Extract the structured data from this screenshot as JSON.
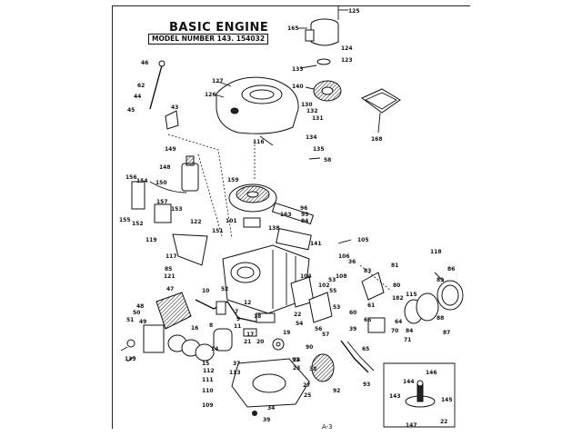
{
  "header": {
    "title": "BASIC ENGINE",
    "model_label": "MODEL NUMBER 143. 154032"
  },
  "footer": {
    "page": "A-3"
  },
  "callouts": [
    "125",
    "165",
    "124",
    "123",
    "133",
    "127",
    "140",
    "126",
    "130",
    "132",
    "131",
    "168",
    "46",
    "62",
    "44",
    "45",
    "43",
    "116",
    "134",
    "135",
    "58",
    "149",
    "148",
    "156",
    "154",
    "150",
    "159",
    "96",
    "95",
    "94",
    "101",
    "163",
    "138",
    "157",
    "153",
    "152",
    "155",
    "151",
    "122",
    "119",
    "141",
    "105",
    "117",
    "106",
    "36",
    "85",
    "121",
    "47",
    "10",
    "108",
    "83",
    "81",
    "118",
    "86",
    "53",
    "89",
    "115",
    "182",
    "80",
    "52",
    "104",
    "55",
    "102",
    "61",
    "48",
    "50",
    "51",
    "49",
    "12",
    "16",
    "8",
    "14",
    "7",
    "9",
    "54",
    "22",
    "17",
    "18",
    "11",
    "19",
    "21",
    "20",
    "139",
    "53",
    "60",
    "65",
    "66",
    "64",
    "71",
    "70",
    "39",
    "84",
    "87",
    "88",
    "91",
    "90",
    "57",
    "56",
    "15",
    "112",
    "113",
    "111",
    "110",
    "109",
    "38",
    "24",
    "23",
    "37",
    "92",
    "93",
    "27",
    "25",
    "34",
    "39",
    "146",
    "144",
    "143",
    "145",
    "147",
    "22"
  ]
}
